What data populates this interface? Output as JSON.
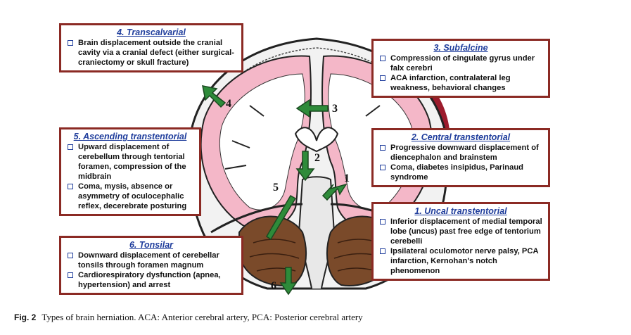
{
  "figure": {
    "labels": {
      "n1": "1",
      "n2": "2",
      "n3": "3",
      "n4": "4",
      "n5": "5",
      "n6": "6"
    },
    "colors": {
      "box_border": "#8b2a24",
      "title": "#1f3d9c",
      "arrow": "#2e8b3a",
      "brain_pink": "#f4b7c8",
      "blood": "#9c1b2c",
      "cerebellum": "#7a4a2a"
    },
    "boxes": {
      "transcalvarial": {
        "title": "4. Transcalvarial",
        "items": [
          "Brain displacement outside the cranial cavity via a cranial defect (either surgical-craniectomy or skull fracture)"
        ]
      },
      "subfalcine": {
        "title": "3. Subfalcine",
        "items": [
          "Compression of cingulate gyrus under falx cerebri",
          "ACA infarction, contralateral leg weakness, behavioral changes"
        ]
      },
      "ascending": {
        "title": "5. Ascending transtentorial",
        "items": [
          "Upward displacement of cerebellum through tentorial foramen, compression of the midbrain",
          "Coma, mysis, absence or asymmetry of oculocephalic reflex, decerebrate posturing"
        ]
      },
      "central": {
        "title": "2. Central transtentorial",
        "items": [
          "Progressive downward displacement of diencephalon and brainstem",
          "Coma, diabetes insipidus, Parinaud syndrome"
        ]
      },
      "uncal": {
        "title": "1. Uncal transtentorial",
        "items": [
          "Inferior displacement of medial temporal lobe (uncus) past free edge of tentorium cerebelli",
          "Ipsilateral oculomotor nerve palsy, PCA infarction, Kernohan's notch phenomenon"
        ]
      },
      "tonsilar": {
        "title": "6. Tonsilar",
        "items": [
          "Downward displacement of cerebellar tonsils through foramen magnum",
          "Cardiorespiratory dysfunction (apnea, hypertension) and arrest"
        ]
      }
    },
    "caption": {
      "label": "Fig. 2",
      "text": "Types of brain herniation. ACA: Anterior cerebral artery, PCA: Posterior cerebral artery"
    }
  }
}
